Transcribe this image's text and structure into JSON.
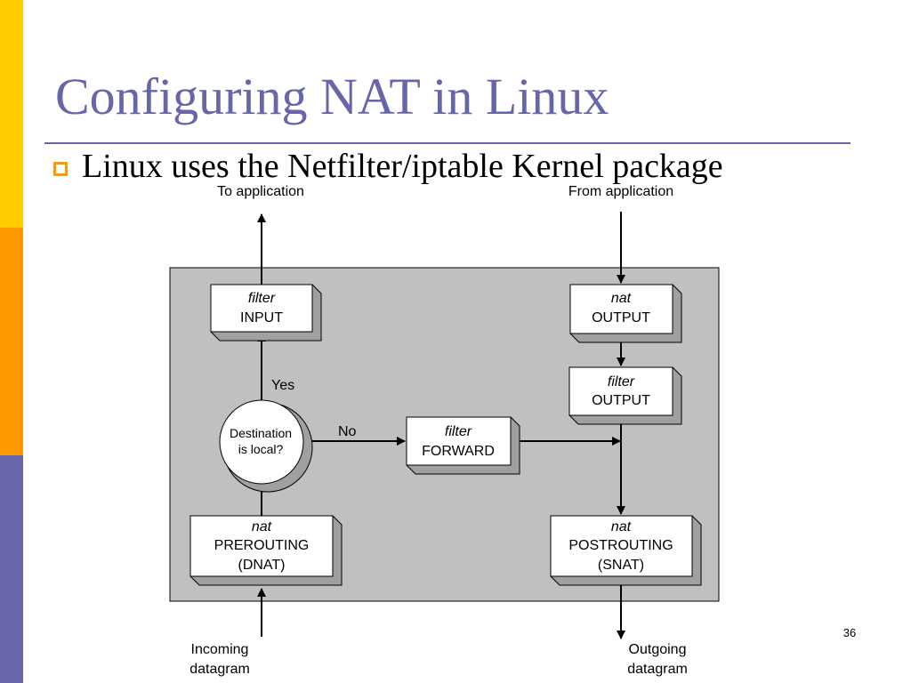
{
  "slide": {
    "title": "Configuring NAT in Linux",
    "bullet": "Linux uses the Netfilter/iptable Kernel package",
    "page_number": "36"
  },
  "colors": {
    "accent_purple": "#6666A8",
    "bar_yellow": "#FFCC00",
    "bar_orange": "#FF9900",
    "panel_gray": "#C0C0C0",
    "box_shadow": "#A0A0A0"
  },
  "diagram": {
    "labels": {
      "to_application": "To application",
      "from_application": "From application",
      "incoming_line1": "Incoming",
      "incoming_line2": "datagram",
      "outgoing_line1": "Outgoing",
      "outgoing_line2": "datagram",
      "yes": "Yes",
      "no": "No"
    },
    "decision": {
      "line1": "Destination",
      "line2": "is local?"
    },
    "boxes": {
      "filter_input": {
        "table": "filter",
        "chain": "INPUT"
      },
      "nat_output": {
        "table": "nat",
        "chain": "OUTPUT"
      },
      "filter_output": {
        "table": "filter",
        "chain": "OUTPUT"
      },
      "filter_forward": {
        "table": "filter",
        "chain": "FORWARD"
      },
      "nat_prerouting": {
        "table": "nat",
        "chain": "PREROUTING",
        "target": "(DNAT)"
      },
      "nat_postrouting": {
        "table": "nat",
        "chain": "POSTROUTING",
        "target": "(SNAT)"
      }
    }
  }
}
